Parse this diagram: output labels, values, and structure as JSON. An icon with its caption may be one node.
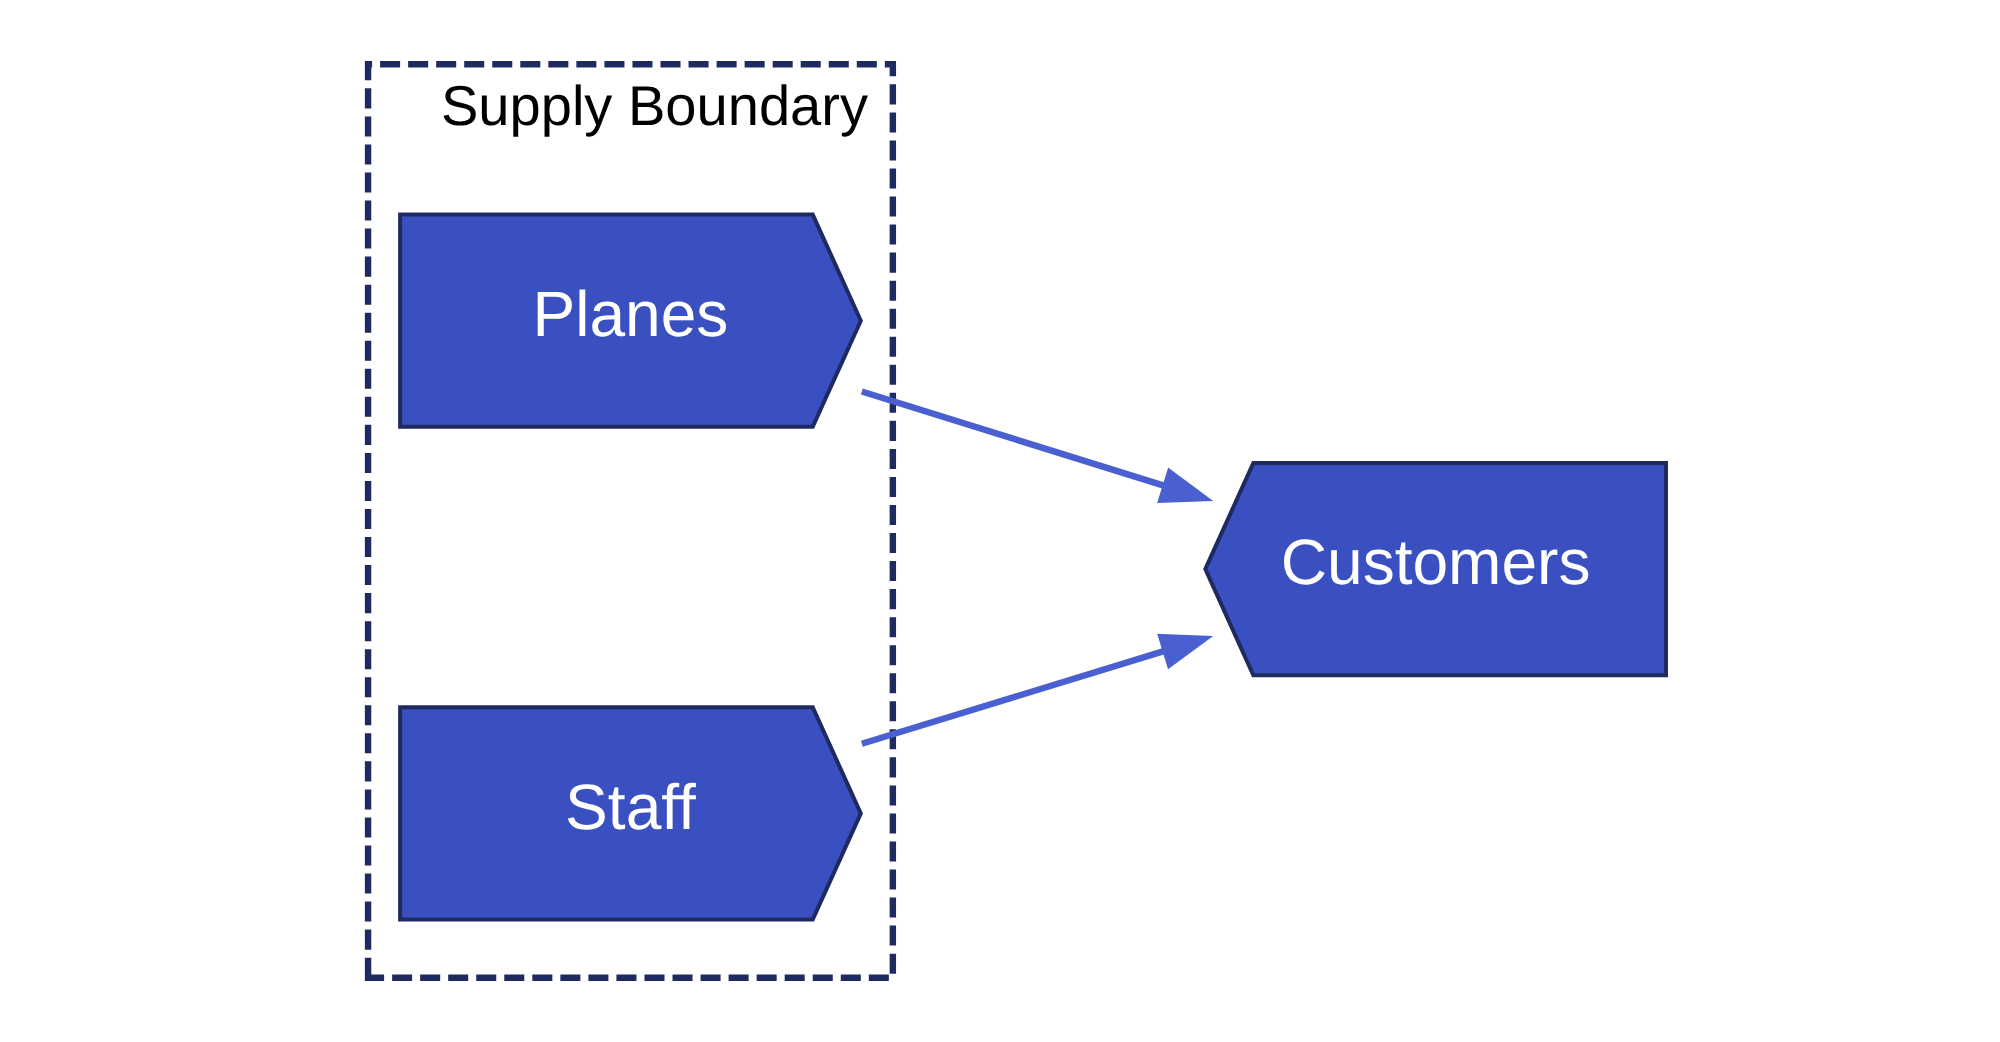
{
  "diagram": {
    "nodes": [
      {
        "text": [
          "Supply Boundary"
        ]
      },
      {
        "text": [
          "Planes"
        ],
        "in": 0
      },
      {
        "text": [
          "Staff"
        ],
        "in": 0
      },
      {
        "text": [
          "Customers"
        ]
      }
    ],
    "edges": [
      {
        "from": 1,
        "to": 3,
        "arrow": "to"
      },
      {
        "from": 2,
        "to": 3,
        "arrow": "to"
      }
    ]
  }
}
